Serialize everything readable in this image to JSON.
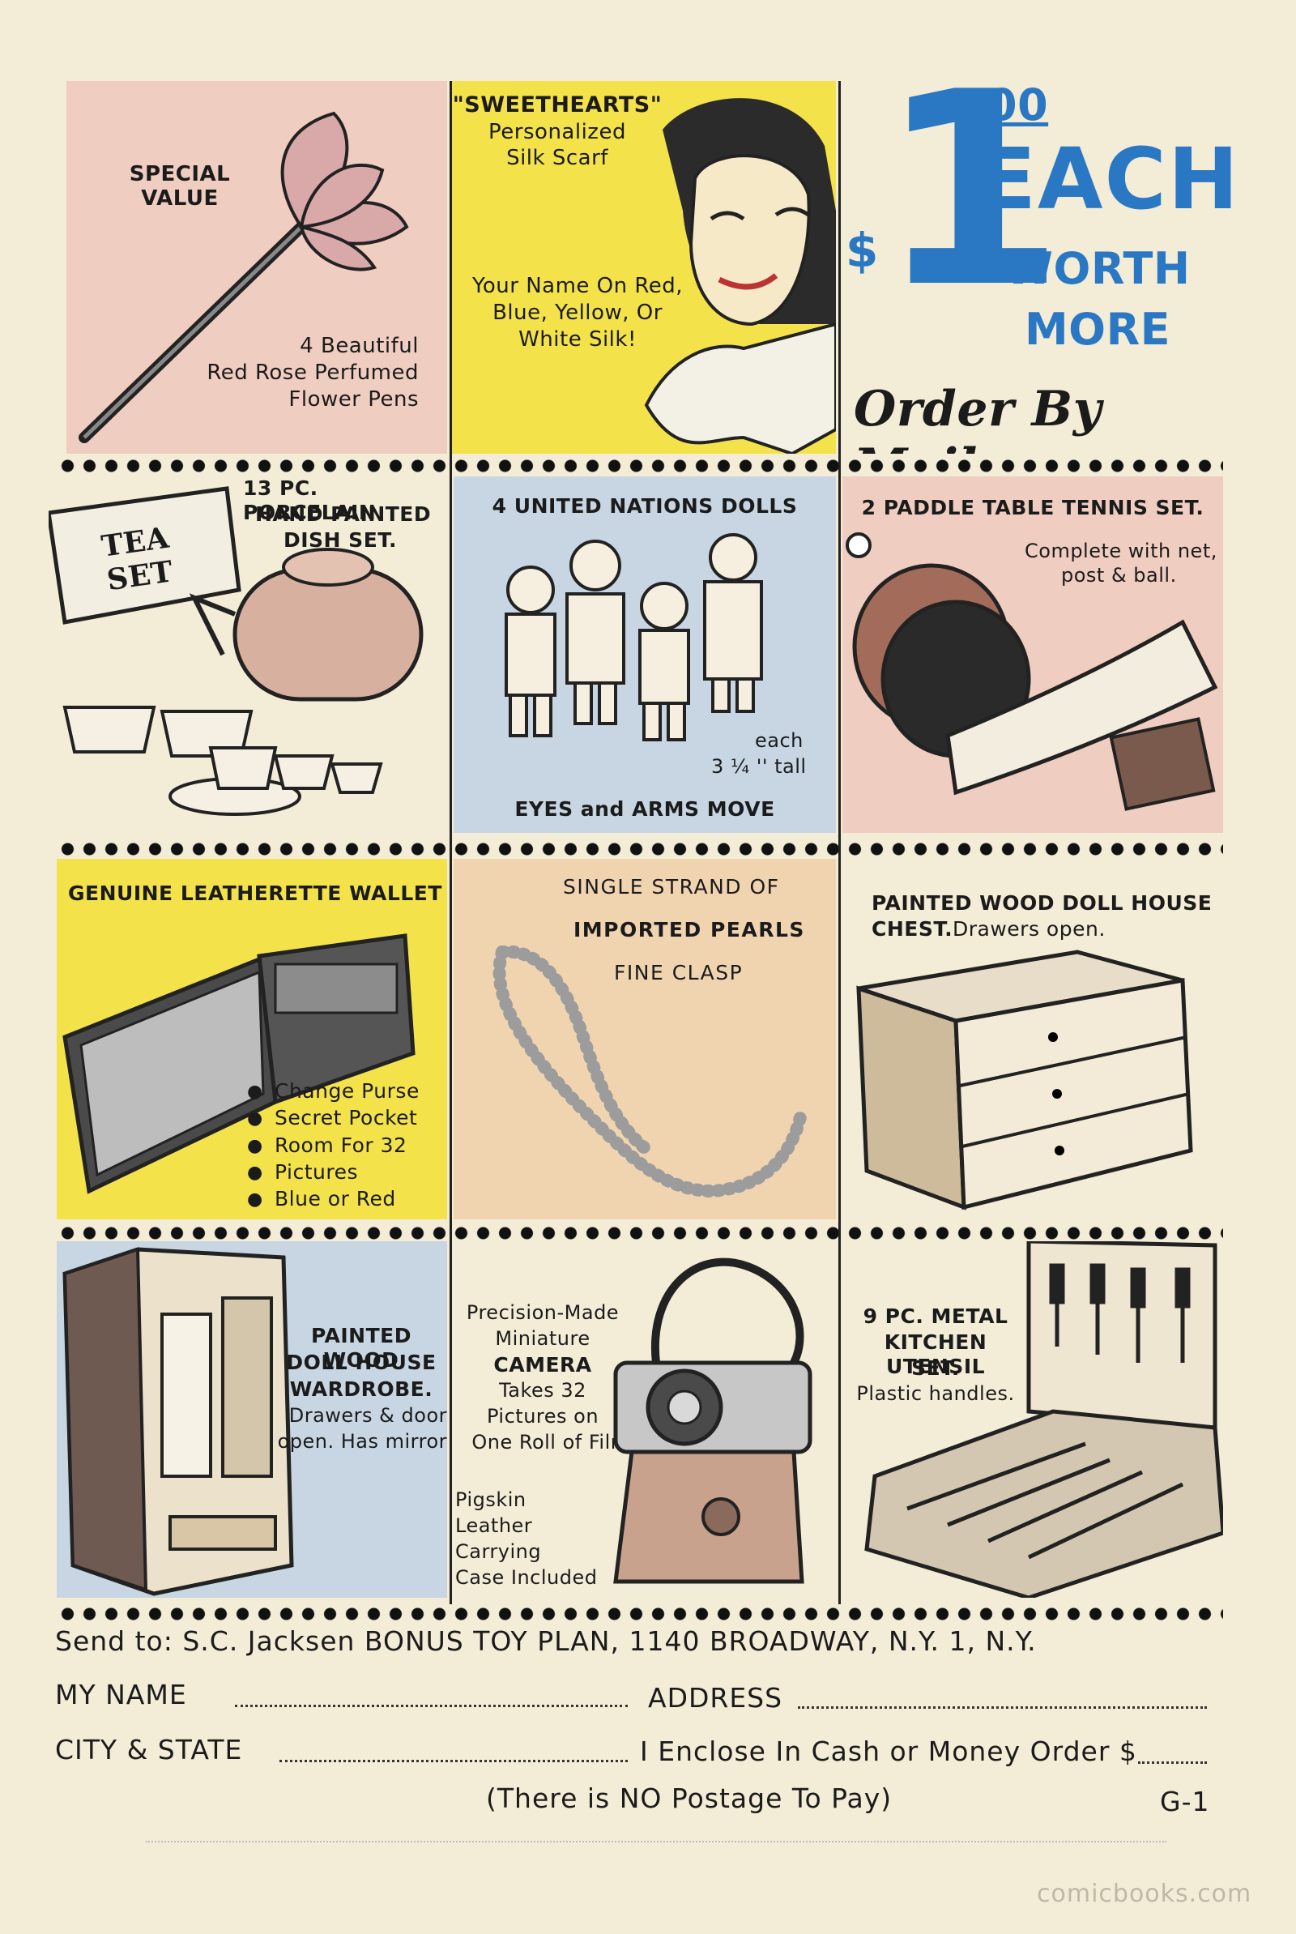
{
  "colors": {
    "paper": "#f3ecd6",
    "pink": "#efcdc0",
    "yellow": "#f4e24a",
    "blue": "#c7d6e2",
    "peach": "#f0d4b0",
    "headline_blue": "#2a78c4"
  },
  "headline": {
    "dollar": "$",
    "one": "1",
    "cents": "00",
    "each": "EACH",
    "worth": "WORTH",
    "more": "MORE",
    "order": "Order By Mail"
  },
  "items": {
    "pens": {
      "line1": "SPECIAL",
      "line2": "VALUE",
      "desc1": "4 Beautiful",
      "desc2": "Red Rose Perfumed",
      "desc3": "Flower Pens"
    },
    "scarf": {
      "title": "\"SWEETHEARTS\"",
      "sub1": "Personalized",
      "sub2": "Silk Scarf",
      "desc1": "Your Name On Red,",
      "desc2": "Blue, Yellow, Or",
      "desc3": "White Silk!"
    },
    "dish_set": {
      "l1": "13 PC. PORCELAIN",
      "l2": "HAND PAINTED",
      "l3": "DISH SET.",
      "box_text": "TEA SET"
    },
    "dolls": {
      "title": "4 UNITED NATIONS DOLLS",
      "each": "each",
      "height": "3 ¼ '' tall",
      "footer": "EYES and ARMS MOVE"
    },
    "tennis": {
      "title": "2 PADDLE TABLE TENNIS SET.",
      "desc1": "Complete with net,",
      "desc2": "post & ball."
    },
    "wallet": {
      "title": "GENUINE LEATHERETTE WALLET",
      "bullets": [
        "Change Purse",
        "Secret Pocket",
        "Room For 32",
        "Pictures",
        "Blue or Red"
      ]
    },
    "pearls": {
      "l1": "SINGLE STRAND OF",
      "l2": "IMPORTED PEARLS",
      "l3": "FINE CLASP"
    },
    "chest": {
      "l1": "PAINTED WOOD DOLL HOUSE",
      "l2": "CHEST.",
      "l2b": "Drawers open."
    },
    "wardrobe": {
      "l1": "PAINTED WOOD",
      "l2": "DOLL HOUSE",
      "l3": "WARDROBE.",
      "l4": "Drawers & door",
      "l5": "open. Has mirror"
    },
    "camera": {
      "l1": "Precision-Made",
      "l2": "Miniature",
      "l3": "CAMERA",
      "l4": "Takes 32",
      "l5": "Pictures on",
      "l6": "One Roll of Film",
      "c1": "Pigskin",
      "c2": "Leather",
      "c3": "Carrying",
      "c4": "Case Included"
    },
    "kitchen": {
      "l1": "9 PC. METAL",
      "l2": "KITCHEN UTENSIL",
      "l3": "SET.",
      "l4": "Plastic handles."
    }
  },
  "form": {
    "send_to": "Send to:  S.C. Jacksen BONUS TOY PLAN, 1140 BROADWAY, N.Y. 1, N.Y.",
    "my_name": "MY NAME",
    "address": "ADDRESS",
    "city_state": "CITY & STATE",
    "enclose": "I Enclose In Cash or Money Order $",
    "postage": "(There is NO Postage To Pay)",
    "code": "G-1"
  },
  "watermark": "comicbooks.com"
}
